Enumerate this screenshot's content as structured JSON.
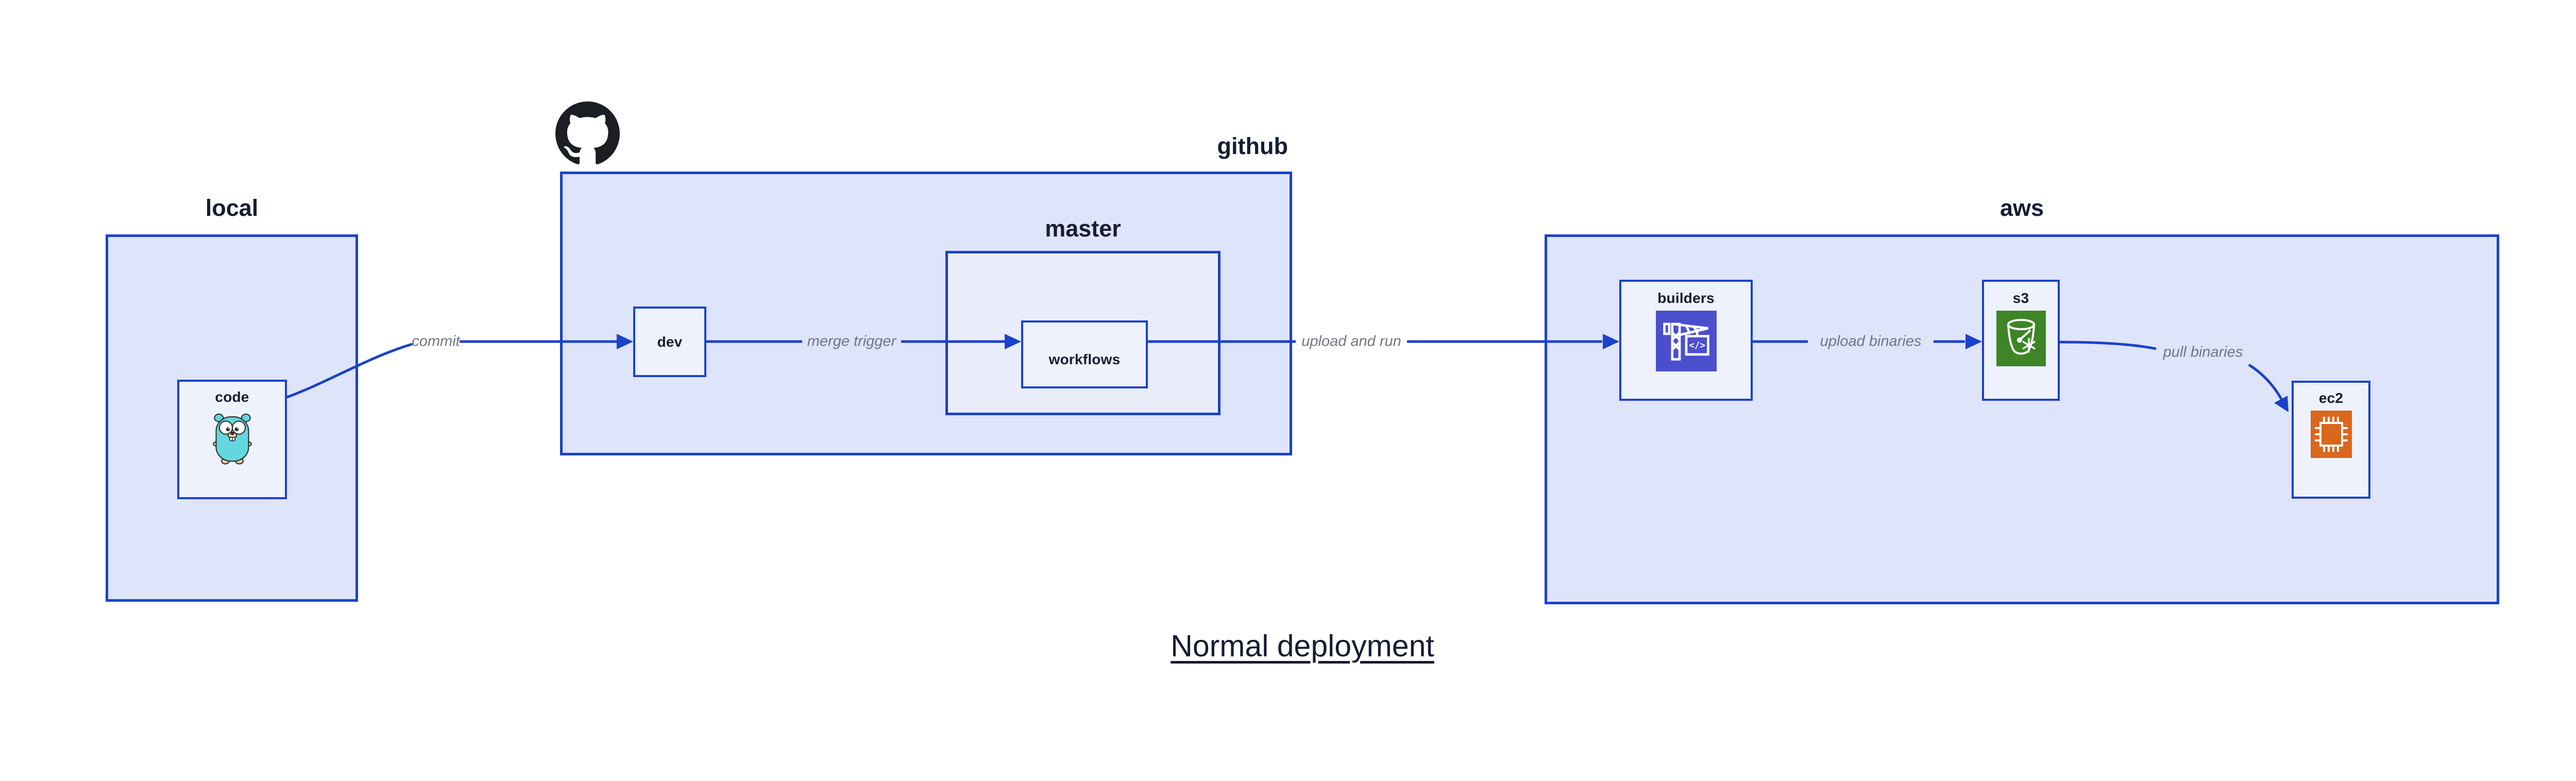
{
  "title": "Normal deployment",
  "containers": {
    "local": {
      "label": "local"
    },
    "github": {
      "label": "github"
    },
    "master": {
      "label": "master"
    },
    "aws": {
      "label": "aws"
    }
  },
  "nodes": {
    "code": {
      "label": "code"
    },
    "dev": {
      "label": "dev"
    },
    "workflows": {
      "label": "workflows"
    },
    "builders": {
      "label": "builders"
    },
    "s3": {
      "label": "s3"
    },
    "ec2": {
      "label": "ec2"
    }
  },
  "edges": {
    "commit": {
      "label": "commit"
    },
    "merge_trigger": {
      "label": "merge trigger"
    },
    "upload_and_run": {
      "label": "upload and run"
    },
    "upload_binaries": {
      "label": "upload binaries"
    },
    "pull_binaries": {
      "label": "pull binaries"
    }
  },
  "icons": {
    "github_logo": "github-octocat",
    "code": "go-gopher",
    "builders": "aws-codebuild-crane",
    "s3": "aws-s3-glacier-bucket",
    "ec2": "aws-ec2-chip"
  },
  "colors": {
    "stroke_blue": "#1a42c8",
    "container_fill": "#dee4f9",
    "master_fill": "#e9edfa",
    "node_fill": "#eef2fc",
    "text_dark": "#171c33",
    "edge_label_gray": "#6f7683",
    "codebuild_bg": "#4b4fce",
    "s3_bg": "#3d8526",
    "ec2_bg": "#d9671c",
    "github_logo_color": "#1b1f24",
    "gopher_teal": "#63d7de"
  }
}
